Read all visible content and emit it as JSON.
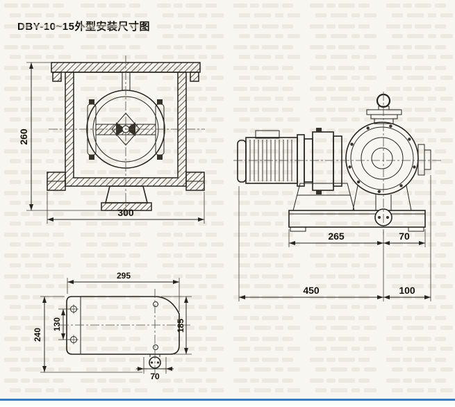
{
  "page": {
    "title": "DBY-10~15外型安装尺寸图"
  },
  "colors": {
    "paper": "#f8f6f1",
    "line": "#26241f",
    "footer_rule": "#3d7abe"
  },
  "dims": {
    "front": {
      "height": "260",
      "width": "300"
    },
    "side": {
      "base_span": "265",
      "outlet_to_base_edge": "70",
      "overall_length": "450",
      "outlet_to_flange": "100"
    },
    "plan": {
      "width": "295",
      "depth": "240",
      "bolt_spacing": "130",
      "body_depth": "185",
      "port_offset": "70"
    }
  }
}
